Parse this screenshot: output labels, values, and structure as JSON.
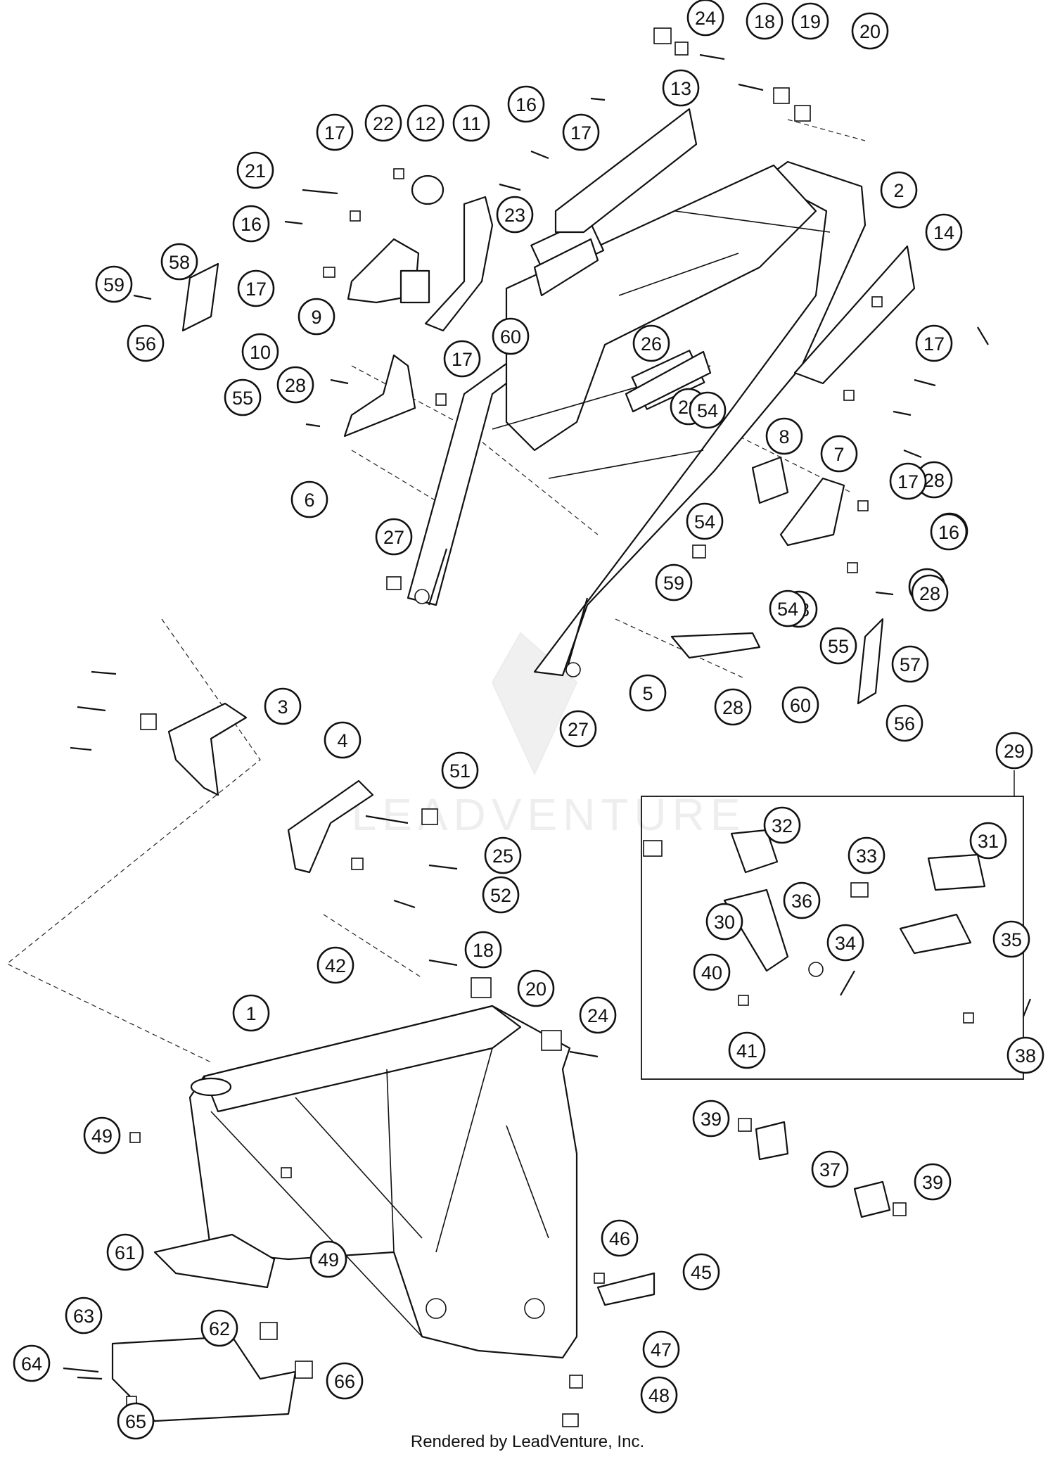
{
  "diagram": {
    "watermark": "LEADVENTURE",
    "credit": "Rendered by LeadVenture, Inc.",
    "callouts": [
      "24",
      "18",
      "19",
      "20",
      "13",
      "16",
      "17",
      "2",
      "22",
      "12",
      "11",
      "17",
      "21",
      "16",
      "23",
      "14",
      "17",
      "58",
      "59",
      "17",
      "9",
      "10",
      "56",
      "55",
      "60",
      "26",
      "23",
      "54",
      "17",
      "28",
      "28",
      "26",
      "6",
      "8",
      "7",
      "17",
      "16",
      "54",
      "27",
      "16",
      "28",
      "59",
      "28",
      "54",
      "55",
      "57",
      "5",
      "28",
      "60",
      "56",
      "27",
      "3",
      "4",
      "51",
      "29",
      "32",
      "31",
      "33",
      "25",
      "52",
      "30",
      "36",
      "35",
      "34",
      "42",
      "18",
      "40",
      "20",
      "41",
      "38",
      "1",
      "24",
      "39",
      "49",
      "37",
      "39",
      "61",
      "49",
      "46",
      "45",
      "62",
      "63",
      "47",
      "64",
      "66",
      "48",
      "65"
    ]
  }
}
